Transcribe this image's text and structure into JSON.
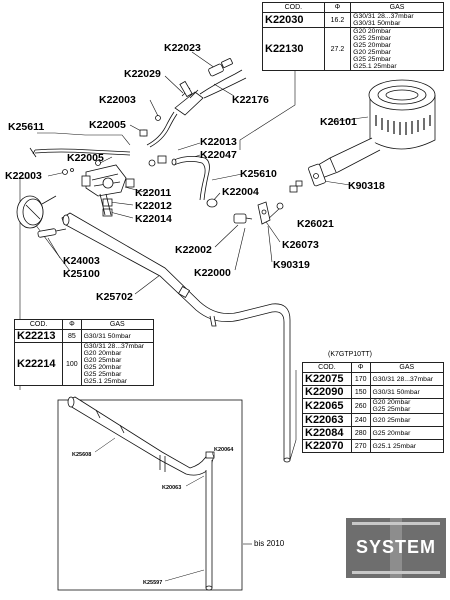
{
  "labels": {
    "k22023": "K22023",
    "k22029": "K22029",
    "k22176": "K22176",
    "k22003a": "K22003",
    "k25611": "K25611",
    "k22005a": "K22005",
    "k22005b": "K22005",
    "k22003b": "K22003",
    "k22013": "K22013",
    "k22047": "K22047",
    "k25610": "K25610",
    "k22011": "K22011",
    "k22012": "K22012",
    "k22014": "K22014",
    "k22004": "K22004",
    "k26101": "K26101",
    "k90318": "K90318",
    "k26021": "K26021",
    "k26073": "K26073",
    "k22002": "K22002",
    "k22000": "K22000",
    "k90319": "K90319",
    "k24003": "K24003",
    "k25100": "K25100",
    "k25702": "K25702",
    "k25608": "K25608",
    "k20064": "K20064",
    "k20063": "K20063",
    "k25597": "K25597"
  },
  "bis": "bis 2010",
  "caption": "(K7GTP10TT)",
  "header": {
    "cod": "COD.",
    "phi": "Φ",
    "gas": "GAS"
  },
  "table1": [
    {
      "code": "K22030",
      "dia": "16.2",
      "gas": "G30/31 28...37mbar\nG30/31 50mbar"
    },
    {
      "code": "K22130",
      "dia": "27.2",
      "gas": "G20 20mbar\nG25 25mbar\nG25 20mbar\nG20 25mbar\nG25 25mbar\nG25.1 25mbar"
    }
  ],
  "table2": [
    {
      "code": "K22213",
      "dia": "85",
      "gas": "G30/31 50mbar"
    },
    {
      "code": "K22214",
      "dia": "100",
      "gas": "G30/31 28...37mbar\nG20 20mbar\nG20 25mbar\nG25 20mbar\nG25 25mbar\nG25.1 25mbar"
    }
  ],
  "table3": [
    {
      "code": "K22075",
      "dia": "170",
      "gas": "G30/31 28...37mbar"
    },
    {
      "code": "K22090",
      "dia": "150",
      "gas": "G30/31 50mbar"
    },
    {
      "code": "K22065",
      "dia": "260",
      "gas": "G20 20mbar\nG25 25mbar"
    },
    {
      "code": "K22063",
      "dia": "240",
      "gas": "G20 25mbar"
    },
    {
      "code": "K22084",
      "dia": "280",
      "gas": "G25 20mbar"
    },
    {
      "code": "K22070",
      "dia": "270",
      "gas": "G25.1 25mbar"
    }
  ],
  "logo": {
    "text": "SYSTEM",
    "bg": "#6e6e6e",
    "fg": "#ffffff",
    "accent": "#c8c8c8"
  },
  "colors": {
    "line": "#111111",
    "fill": "#ffffff"
  }
}
